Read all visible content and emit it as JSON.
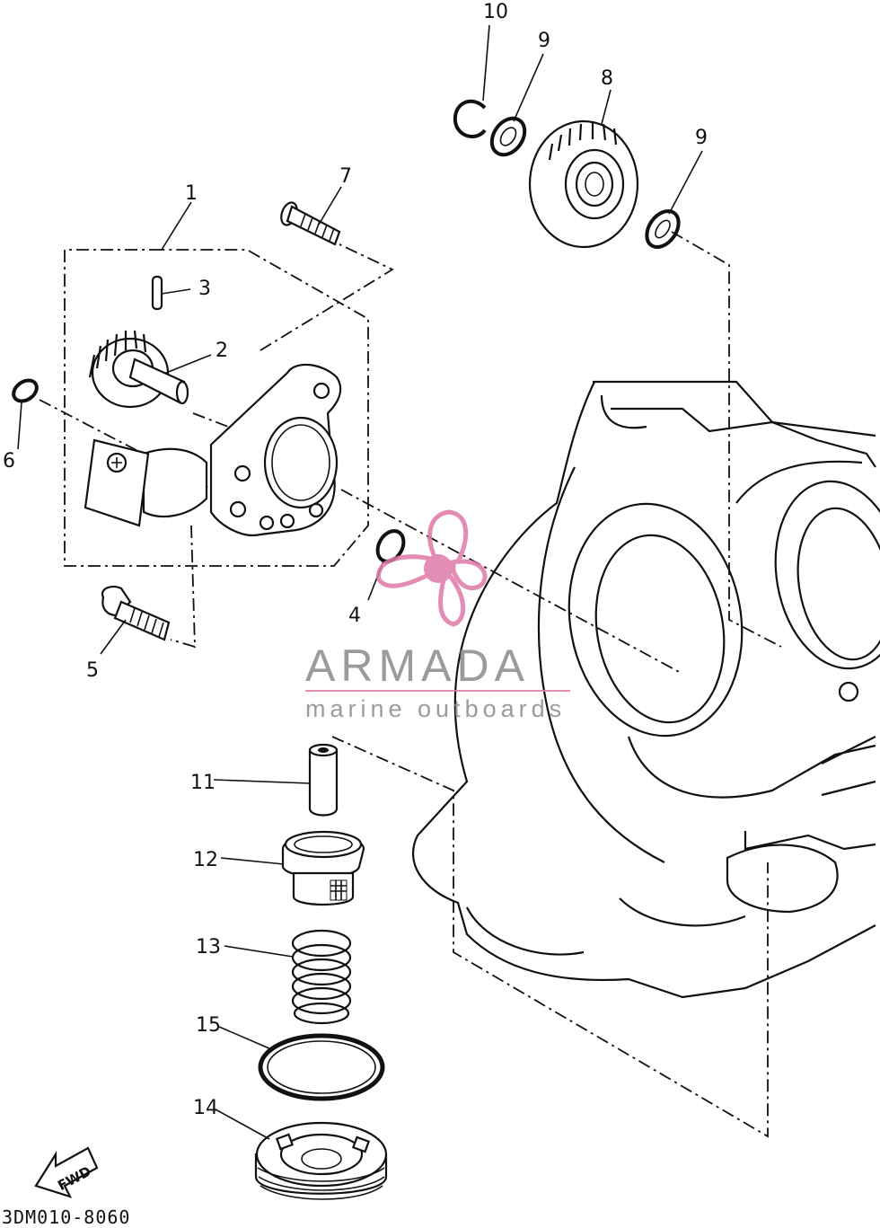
{
  "diagram": {
    "drawing_code": "3DM010-8060",
    "fwd_label": "FWD",
    "callouts": [
      "1",
      "2",
      "3",
      "4",
      "5",
      "6",
      "7",
      "8",
      "9",
      "9",
      "10",
      "11",
      "12",
      "13",
      "14",
      "15"
    ]
  },
  "watermark": {
    "brand": "ARMADA",
    "tagline": "marine outboards",
    "accent_color": "#e07aa8",
    "text_color": "#8a8a8a"
  }
}
